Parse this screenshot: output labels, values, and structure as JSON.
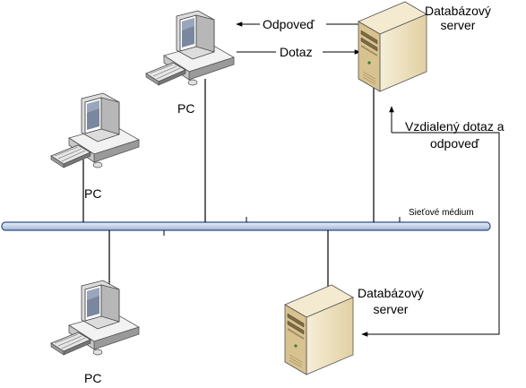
{
  "labels": {
    "db_server_top": "Databázový\nserver",
    "db_server_bottom": "Databázový\nserver",
    "response": "Odpoveď",
    "query": "Dotaz",
    "remote_query": "Vzdialený dotaz a\nodpoveď",
    "network_medium": "Sieťové médium",
    "pc_top": "PC",
    "pc_left": "PC",
    "pc_bottom": "PC"
  },
  "colors": {
    "server_body": "#efe3c4",
    "server_side": "#c9b488",
    "server_front": "#e6d6ad",
    "pc_body": "#e4e4e4",
    "pc_shadow": "#8e8e8e",
    "screen": "#6f7f9a",
    "bus_fill": "#c6d3e8",
    "bus_stroke": "#2e4f86",
    "line": "#000000"
  },
  "icons": [
    "pc-icon",
    "database-server-icon",
    "network-bus"
  ]
}
